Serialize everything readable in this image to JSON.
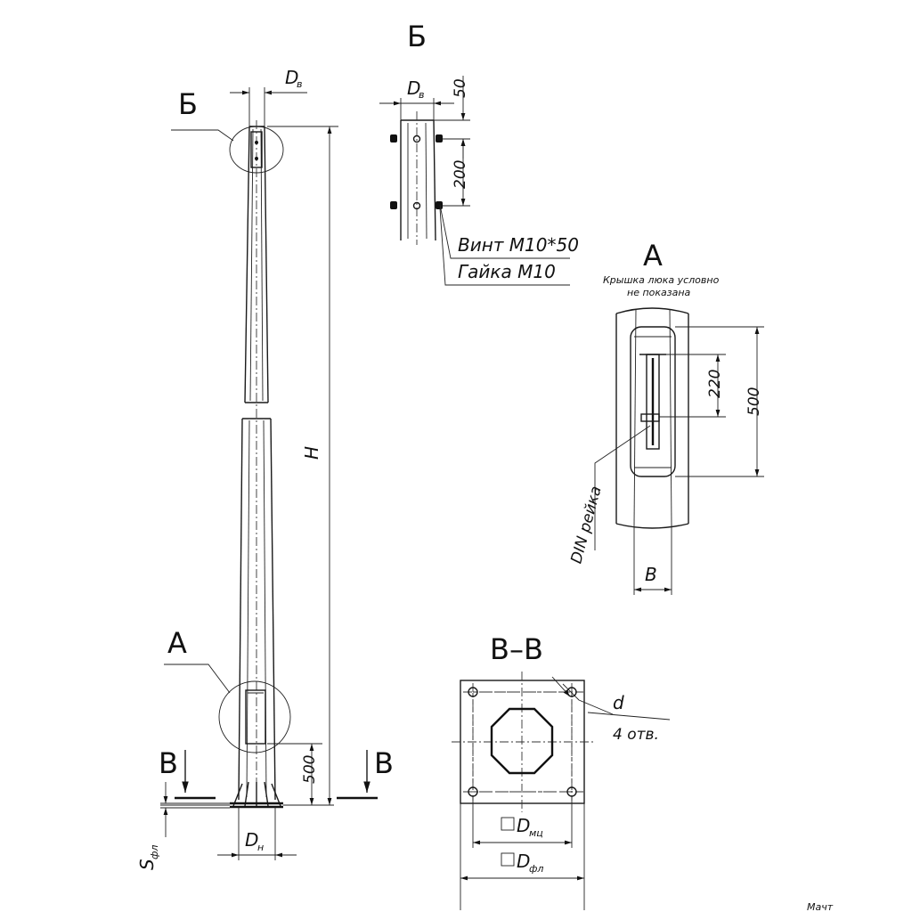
{
  "labels": {
    "view_b": "Б",
    "view_a": "A",
    "section_vv": "В–В",
    "section_v": "В",
    "dim_db": "D",
    "dim_db_sub": "в",
    "dim_h": "H",
    "dim_dn": "D",
    "dim_dn_sub": "н",
    "dim_sfl": "S",
    "dim_sfl_sub": "фл",
    "dim_500": "500",
    "dim_50": "50",
    "dim_200": "200",
    "dim_220": "220",
    "dim_b": "В",
    "dim_d": "d",
    "holes": "4 отв.",
    "dmc": "D",
    "dmc_sub": "мц",
    "dfl": "D",
    "dfl_sub": "фл",
    "screw": "Винт М10*50",
    "nut": "Гайка М10",
    "cover_note_1": "Крышка люка условно",
    "cover_note_2": "не показана",
    "din_rail": "DIN рейка",
    "corner_text": "Мачт"
  }
}
